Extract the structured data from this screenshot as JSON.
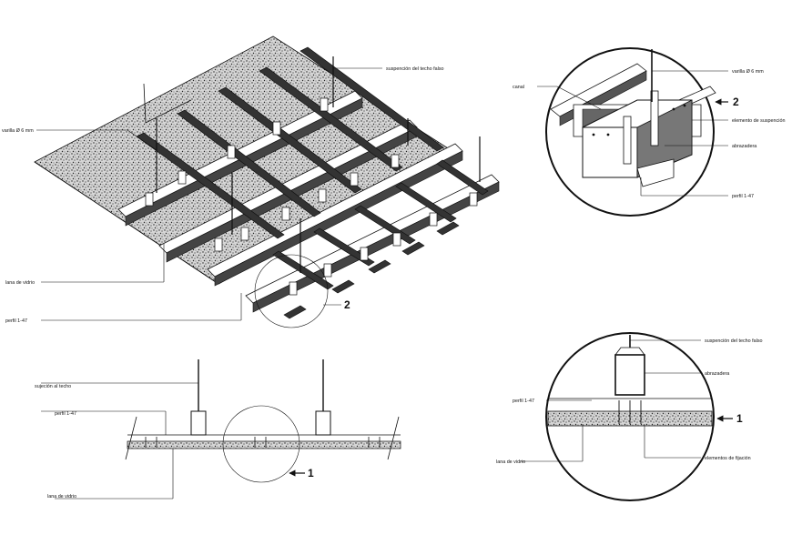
{
  "colors": {
    "ink": "#111111",
    "paper": "#ffffff",
    "insulation": "#cfcfcf"
  },
  "iso_view": {
    "labels": {
      "suspension": "suspención del techo falso",
      "rod": "varilla Ø 6 mm",
      "glass_wool": "lana de vidrio",
      "profile": "perfil 1-47"
    },
    "detail_number": "2"
  },
  "detail_2": {
    "labels": {
      "channel": "canal",
      "rod": "varilla Ø 6 mm",
      "suspension_element": "elemento de suspención",
      "clamp": "abrazadera",
      "profile": "perfil 1-47"
    },
    "detail_number": "2"
  },
  "section_view": {
    "labels": {
      "ceiling_fixing": "sujeción al techo",
      "profile": "perfil 1-47",
      "glass_wool": "lana de vidrio"
    },
    "detail_number": "1"
  },
  "detail_1": {
    "labels": {
      "suspension": "suspención del techo falso",
      "clamp": "abrazadera",
      "profile": "perfil 1-47",
      "glass_wool": "lana de vidrio",
      "fixing_elements": "elementos de fijación"
    },
    "detail_number": "1"
  }
}
